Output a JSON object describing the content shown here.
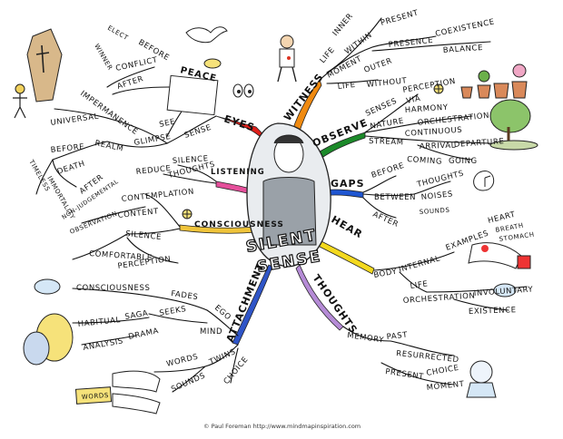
{
  "center": {
    "title_line1": "SILENT",
    "title_line2": "SENSE"
  },
  "credit": "© Paul Foreman http://www.mindmapinspiration.com",
  "colors": {
    "eyes": "#e0201a",
    "witness": "#f08a10",
    "observe": "#1c8a2a",
    "gaps": "#1f56d1",
    "hear": "#f4d91e",
    "thoughts": "#b58bd6",
    "attachment": "#2f55c8",
    "consciousness": "#f0c43a",
    "listening": "#e54f9b"
  },
  "branches": {
    "eyes": {
      "label": "EYES",
      "words": [
        "SEE",
        "SENSE",
        "GLIMPSE",
        "REALM",
        "UNIVERSAL",
        "IMPERMANENCE",
        "BEFORE",
        "DEATH",
        "AFTER",
        "TIMELESS",
        "IMMORTALITY",
        "PEACE",
        "CONFLICT",
        "AFTER",
        "BEFORE",
        "ELECT",
        "WINNER"
      ]
    },
    "witness": {
      "label": "WITNESS",
      "words": [
        "LIFE",
        "INNER",
        "WITHIN",
        "PRESENT",
        "MOMENT",
        "PRESENCE",
        "COEXISTENCE",
        "BALANCE",
        "LIFE",
        "OUTER",
        "WITHOUT"
      ]
    },
    "observe": {
      "label": "OBSERVE",
      "words": [
        "SENSES",
        "PERCEPTION",
        "VIA",
        "NATURE",
        "HARMONY",
        "ORCHESTRATION",
        "STREAM",
        "CONTINUOUS",
        "ARRIVAL",
        "DEPARTURE",
        "COMING",
        "GOING"
      ]
    },
    "gaps": {
      "label": "GAPS",
      "words": [
        "BEFORE",
        "BETWEEN",
        "AFTER",
        "THOUGHTS",
        "NOISES",
        "SOUNDS"
      ]
    },
    "hear": {
      "label": "HEAR",
      "words": [
        "BODY",
        "INTERNAL",
        "EXAMPLES",
        "HEART",
        "BREATH",
        "STOMACH",
        "LIFE",
        "ORCHESTRATION",
        "INVOLUNTARY",
        "EXISTENCE"
      ]
    },
    "thoughts": {
      "label": "THOUGHTS",
      "words": [
        "MEMORY",
        "PAST",
        "RESURRECTED",
        "PRESENT",
        "CHOICE",
        "MOMENT"
      ]
    },
    "attachment": {
      "label": "ATTACHMENT",
      "words": [
        "EGO",
        "FADES",
        "CONSCIOUSNESS",
        "MIND",
        "SEEKS",
        "SAGA",
        "HABITUAL",
        "DRAMA",
        "ANALYSIS",
        "TWINS",
        "WORDS",
        "SOUNDS",
        "CHOICE",
        "WORDS"
      ]
    },
    "consciousness": {
      "label": "CONSCIOUSNESS",
      "words": [
        "CONTEMPLATION",
        "NON-JUDGEMENTAL",
        "OBSERVATION",
        "CONTENT",
        "SILENCE",
        "COMFORTABLE",
        "PERCEPTION"
      ]
    },
    "listening": {
      "label": "LISTENING",
      "words": [
        "SILENCE",
        "THOUGHTS",
        "REDUCE"
      ]
    }
  }
}
